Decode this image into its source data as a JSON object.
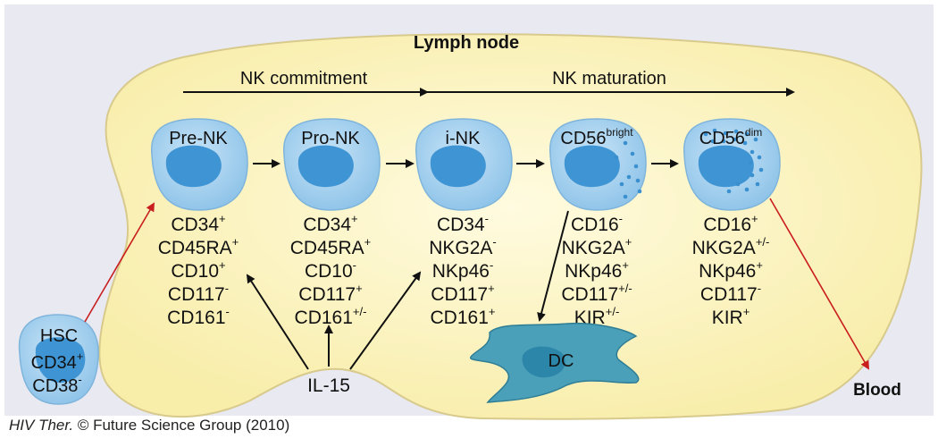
{
  "title": "Lymph node",
  "phases": {
    "commitment": "NK commitment",
    "maturation": "NK maturation"
  },
  "cells": [
    {
      "name": "Pre-NK",
      "sup": "",
      "markers": [
        [
          "CD34",
          "+"
        ],
        [
          "CD45RA",
          "+"
        ],
        [
          "CD10",
          "+"
        ],
        [
          "CD117",
          "-"
        ],
        [
          "CD161",
          "-"
        ]
      ]
    },
    {
      "name": "Pro-NK",
      "sup": "",
      "markers": [
        [
          "CD34",
          "+"
        ],
        [
          "CD45RA",
          "+"
        ],
        [
          "CD10",
          "-"
        ],
        [
          "CD117",
          "+"
        ],
        [
          "CD161",
          "+/-"
        ]
      ]
    },
    {
      "name": "i-NK",
      "sup": "",
      "markers": [
        [
          "CD34",
          "-"
        ],
        [
          "NKG2A",
          "-"
        ],
        [
          "NKp46",
          "-"
        ],
        [
          "CD117",
          "+"
        ],
        [
          "CD161",
          "+"
        ]
      ]
    },
    {
      "name": "CD56",
      "sup": "bright",
      "markers": [
        [
          "CD16",
          "-"
        ],
        [
          "NKG2A",
          "+"
        ],
        [
          "NKp46",
          "+"
        ],
        [
          "CD117",
          "+/-"
        ],
        [
          "KIR",
          "+/-"
        ]
      ]
    },
    {
      "name": "CD56",
      "sup": "dim",
      "markers": [
        [
          "CD16",
          "+"
        ],
        [
          "NKG2A",
          "+/-"
        ],
        [
          "NKp46",
          "+"
        ],
        [
          "CD117",
          "-"
        ],
        [
          "KIR",
          "+"
        ]
      ]
    }
  ],
  "hsc": {
    "name": "HSC",
    "markers": [
      [
        "CD34",
        "+"
      ],
      [
        "CD38",
        "-"
      ]
    ]
  },
  "il15": "IL-15",
  "dc": "DC",
  "blood": "Blood",
  "credit": {
    "journal": "HIV Ther.",
    "text": " © Future Science Group (2010)"
  },
  "colors": {
    "node_fill": "#fbf3c2",
    "node_stroke": "#d7c98a",
    "cell_fill": "#a9d2ef",
    "nucleus_fill": "#3f95d4",
    "dc_fill": "#49a1b8",
    "blood_arrow": "#c81e1e",
    "background": "#e9e9f2"
  }
}
